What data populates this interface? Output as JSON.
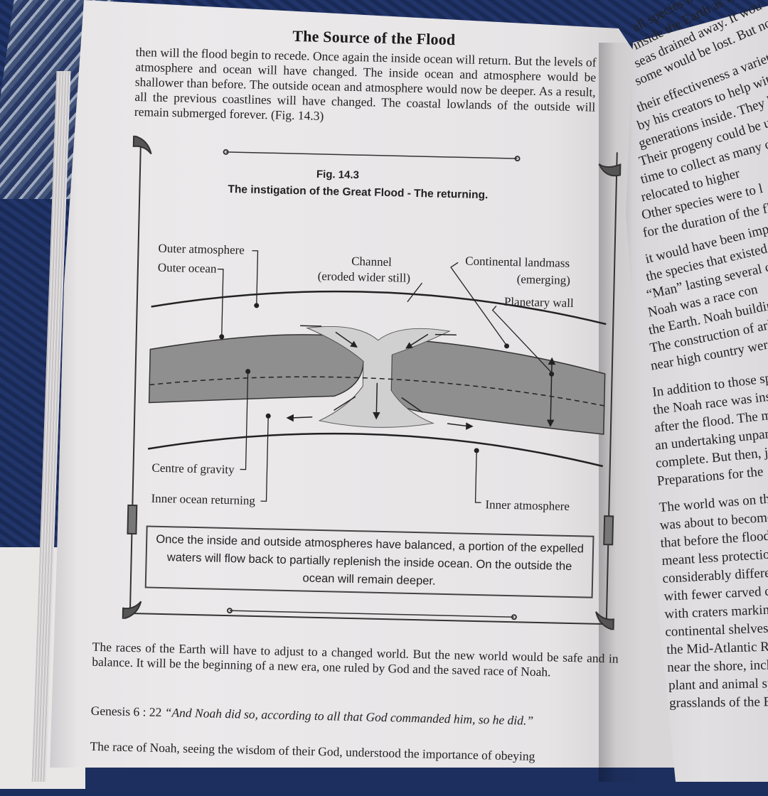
{
  "page": {
    "running_title": "The Source of the Flood",
    "paragraph_1": "then will the flood begin to recede. Once again the inside ocean will return. But the levels of atmosphere and ocean will have changed. The inside ocean and atmosphere would be shallower than before. The outside ocean and atmosphere would now be deeper. As a result, all the previous coastlines will have changed. The coastal lowlands of the outside will remain submerged forever. (Fig. 14.3)",
    "paragraph_2": "The races of the Earth will have to adjust to a changed world. But the new world would be safe and in balance. It will be the beginning of a new era, one ruled by God and the saved race of Noah.",
    "genesis_ref": "Genesis 6 : 22",
    "genesis_quote": "“And Noah did so, according to all that God commanded him, so he did.”",
    "paragraph_4": "The race of Noah, seeing the wisdom of their God, understood the importance of obeying"
  },
  "figure": {
    "number": "Fig. 14.3",
    "title": "The instigation of the Great Flood - The returning.",
    "labels": {
      "outer_atmosphere": "Outer atmosphere",
      "outer_ocean": "Outer ocean",
      "channel_line1": "Channel",
      "channel_line2": "(eroded wider still)",
      "continental_line1": "Continental landmass",
      "continental_line2": "(emerging)",
      "planetary_wall": "Planetary wall",
      "centre_of_gravity": "Centre of gravity",
      "inner_ocean_returning": "Inner ocean returning",
      "inner_atmosphere": "Inner atmosphere"
    },
    "caption": "Once the inside and outside atmospheres have balanced, a portion of the expelled waters will flow back to partially replenish the inside ocean. On the outside the ocean will remain deeper."
  },
  "facing_page_lines": [
    "all species inhabiting",
    "inside the Earth as w",
    "seas drained away. It wou",
    "some would be lost. But none t",
    "",
    "their effectiveness a variety o",
    "by his creators to help with th",
    "generations inside. They ha",
    "Their progeny could be use",
    "time to collect as many of th",
    "relocated to higher",
    "Other species were to l",
    "for the duration of the flo",
    "",
    "it would have been imp",
    "the species that existed on",
    "“Man” lasting several ce",
    "Noah was a race con",
    "the Earth. Noah building",
    "The construction of arks",
    "near high country were d",
    "",
    "In addition to those species co",
    "the Noah race was instruc",
    "after the flood. The missi",
    "an undertaking unparal",
    "complete. But then, jus",
    "Preparations for the",
    "",
    "The world was on the bri",
    "was about to become a v",
    "that before the flood. Th",
    "meant less protection fr",
    "considerably different",
    "with fewer carved can",
    "with craters marking",
    "continental shelves th",
    "the Mid-Atlantic Rid",
    "near the shore, inclu",
    "plant and animal sp",
    "grasslands of the E"
  ],
  "colors": {
    "blanket": "#1d2f5e",
    "paper": "#e9e7e8",
    "ink": "#222222",
    "ocean_band": "#8d8d8d",
    "ocean_band_light": "#c4c4c4"
  }
}
